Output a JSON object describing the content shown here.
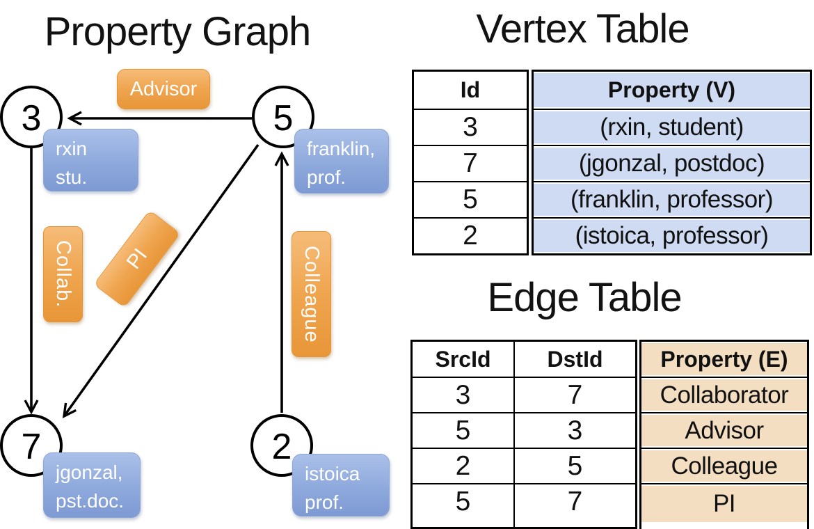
{
  "graph": {
    "title": "Property Graph",
    "nodes": [
      {
        "id": "3",
        "line1": "rxin",
        "line2": "stu."
      },
      {
        "id": "5",
        "line1": "franklin,",
        "line2": "prof."
      },
      {
        "id": "7",
        "line1": "jgonzal,",
        "line2": "pst.doc."
      },
      {
        "id": "2",
        "line1": "istoica",
        "line2": "prof."
      }
    ],
    "edges": [
      {
        "src": "5",
        "dst": "3",
        "label": "Advisor"
      },
      {
        "src": "3",
        "dst": "7",
        "label": "Collab."
      },
      {
        "src": "5",
        "dst": "7",
        "label": "PI"
      },
      {
        "src": "2",
        "dst": "5",
        "label": "Colleague"
      }
    ]
  },
  "vertex_table": {
    "title": "Vertex Table",
    "headers": {
      "id": "Id",
      "property": "Property (V)"
    },
    "rows": [
      {
        "id": "3",
        "property": "(rxin, student)"
      },
      {
        "id": "7",
        "property": "(jgonzal, postdoc)"
      },
      {
        "id": "5",
        "property": "(franklin, professor)"
      },
      {
        "id": "2",
        "property": "(istoica, professor)"
      }
    ]
  },
  "edge_table": {
    "title": "Edge Table",
    "headers": {
      "src": "SrcId",
      "dst": "DstId",
      "property": "Property (E)"
    },
    "rows": [
      {
        "src": "3",
        "dst": "7",
        "property": "Collaborator"
      },
      {
        "src": "5",
        "dst": "3",
        "property": "Advisor"
      },
      {
        "src": "2",
        "dst": "5",
        "property": "Colleague"
      },
      {
        "src": "5",
        "dst": "7",
        "property": "PI"
      }
    ]
  },
  "colors": {
    "edge_label_orange": "#efa54f",
    "vertex_box_blue": "#8ea9dc",
    "vertex_cell_blue": "#cedbf2",
    "edge_cell_tan": "#f3dec2",
    "line_black": "#000000"
  }
}
